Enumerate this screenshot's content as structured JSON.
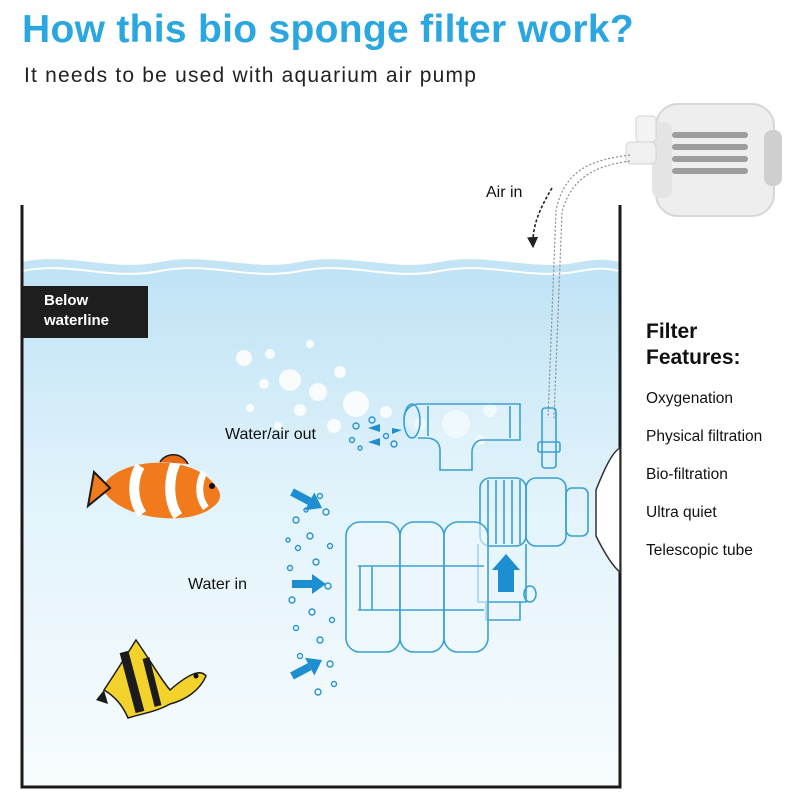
{
  "header": {
    "title": "How this bio sponge filter work?",
    "subtitle": "It needs to be used with aquarium air pump"
  },
  "badge": {
    "line1": "Below",
    "line2": "waterline"
  },
  "labels": {
    "air_in": "Air in",
    "water_air_out": "Water/air out",
    "water_in": "Water in"
  },
  "features": {
    "title_line1": "Filter",
    "title_line2": "Features:",
    "items": [
      "Oxygenation",
      "Physical filtration",
      "Bio-filtration",
      "Ultra quiet",
      "Telescopic tube"
    ]
  },
  "colors": {
    "title": "#2aa7e0",
    "water_top": "#cfeaf7",
    "water_bottom": "#f4fbfe",
    "filter_stroke": "#3aa0d3",
    "arrow": "#1d8fd0"
  }
}
